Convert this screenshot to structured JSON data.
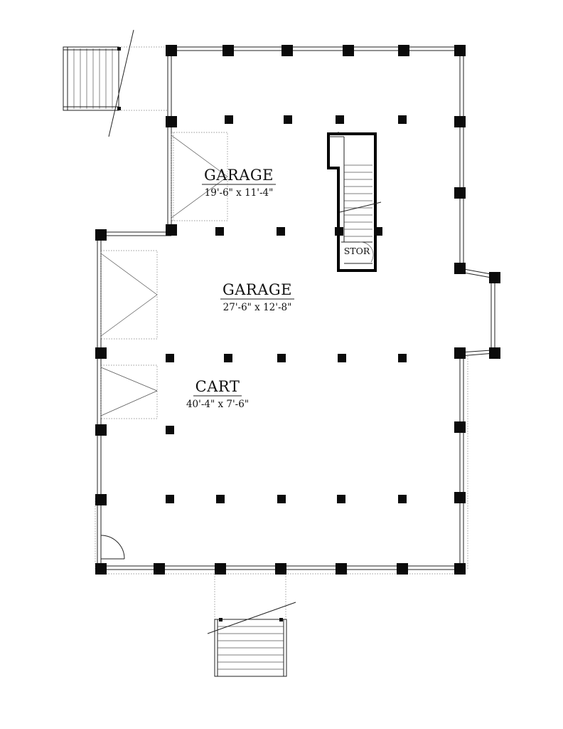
{
  "rooms": {
    "garage_upper": {
      "name": "GARAGE",
      "dims": "19'-6\" x 11'-4\""
    },
    "garage_main": {
      "name": "GARAGE",
      "dims": "27'-6\" x 12'-8\""
    },
    "cart": {
      "name": "CART",
      "dims": "40'-4\" x 7'-6\""
    },
    "storage": {
      "name": "STOR"
    }
  },
  "colors": {
    "ink": "#0b0b0b",
    "background": "#ffffff"
  }
}
